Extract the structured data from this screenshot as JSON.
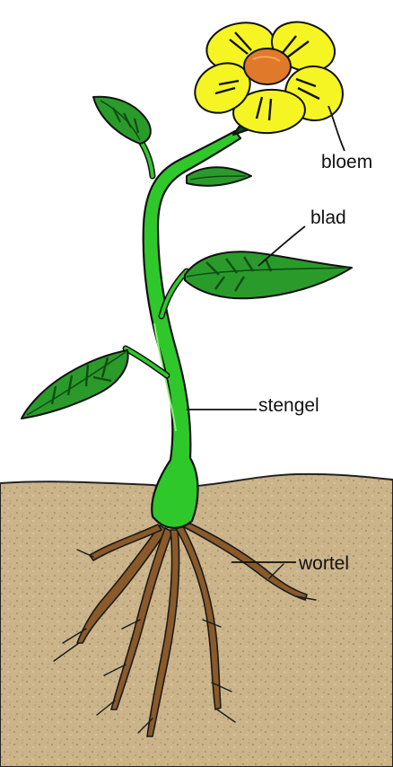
{
  "labels": {
    "flower": "bloem",
    "leaf": "blad",
    "stem": "stengel",
    "root": "wortel"
  },
  "colors": {
    "soil": "#cbb48a",
    "soil_speckle": "#a58e63",
    "stem": "#2fc82a",
    "leaf": "#2a9b2a",
    "leaf_dark": "#0f4d14",
    "petal": "#f4f522",
    "center": "#e07a2a",
    "root": "#8a5a2a",
    "outline": "#111111"
  }
}
